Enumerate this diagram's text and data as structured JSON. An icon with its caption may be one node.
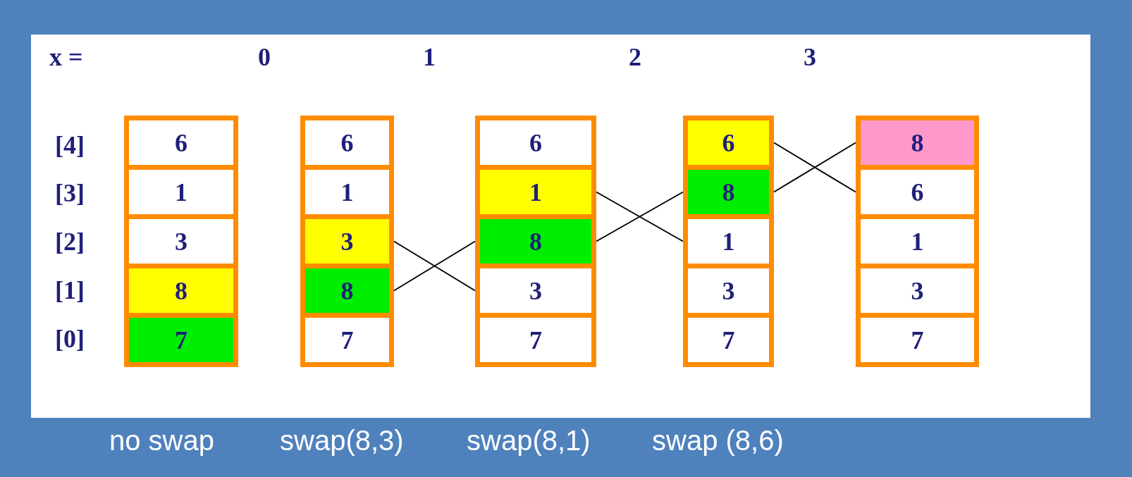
{
  "diagram": {
    "nodes": [
      {
        "text": [],
        "shape": "box"
      },
      {
        "text": [
          "6"
        ],
        "in": 0
      },
      {
        "text": [
          "1"
        ],
        "in": 0
      },
      {
        "text": [
          "3"
        ],
        "in": 0
      },
      {
        "text": [
          "8"
        ],
        "in": 0
      },
      {
        "text": [
          "7"
        ],
        "in": 0
      },
      {
        "text": [],
        "shape": "box"
      },
      {
        "text": [
          "6"
        ],
        "in": 6
      },
      {
        "text": [
          "1"
        ],
        "in": 6
      },
      {
        "text": [
          "3"
        ],
        "in": 6
      },
      {
        "text": [
          "8"
        ],
        "in": 6
      },
      {
        "text": [
          "7"
        ],
        "in": 6
      },
      {
        "text": [],
        "shape": "box"
      },
      {
        "text": [
          "6"
        ],
        "in": 12
      },
      {
        "text": [
          "1"
        ],
        "in": 12
      },
      {
        "text": [
          "8"
        ],
        "in": 12
      },
      {
        "text": [
          "3"
        ],
        "in": 12
      },
      {
        "text": [
          "7"
        ],
        "in": 12
      },
      {
        "text": [],
        "shape": "box"
      },
      {
        "text": [
          "6"
        ],
        "in": 18
      },
      {
        "text": [
          "8"
        ],
        "in": 18
      },
      {
        "text": [
          "1"
        ],
        "in": 18
      },
      {
        "text": [
          "3"
        ],
        "in": 18
      },
      {
        "text": [
          "7"
        ],
        "in": 18
      },
      {
        "text": [],
        "shape": "box"
      },
      {
        "text": [
          "8"
        ],
        "in": 24
      },
      {
        "text": [
          "6"
        ],
        "in": 24
      },
      {
        "text": [
          "1"
        ],
        "in": 24
      },
      {
        "text": [
          "3"
        ],
        "in": 24
      },
      {
        "text": [
          "7"
        ],
        "in": 24
      }
    ],
    "edges": [
      {
        "from": 9,
        "to": 16,
        "arrow": "none"
      },
      {
        "from": 10,
        "to": 15,
        "arrow": "none"
      },
      {
        "from": 14,
        "to": 21,
        "arrow": "none"
      },
      {
        "from": 15,
        "to": 20,
        "arrow": "none"
      },
      {
        "from": 19,
        "to": 26,
        "arrow": "none"
      },
      {
        "from": 20,
        "to": 25,
        "arrow": "none"
      }
    ],
    "labels": [
      "x =",
      "0",
      "1",
      "2",
      "3",
      "[4]",
      "[3]",
      "[2]",
      "[1]",
      "[0]",
      "no swap",
      "swap(8,3)",
      "swap(8,1)",
      "swap (8,6)"
    ]
  }
}
